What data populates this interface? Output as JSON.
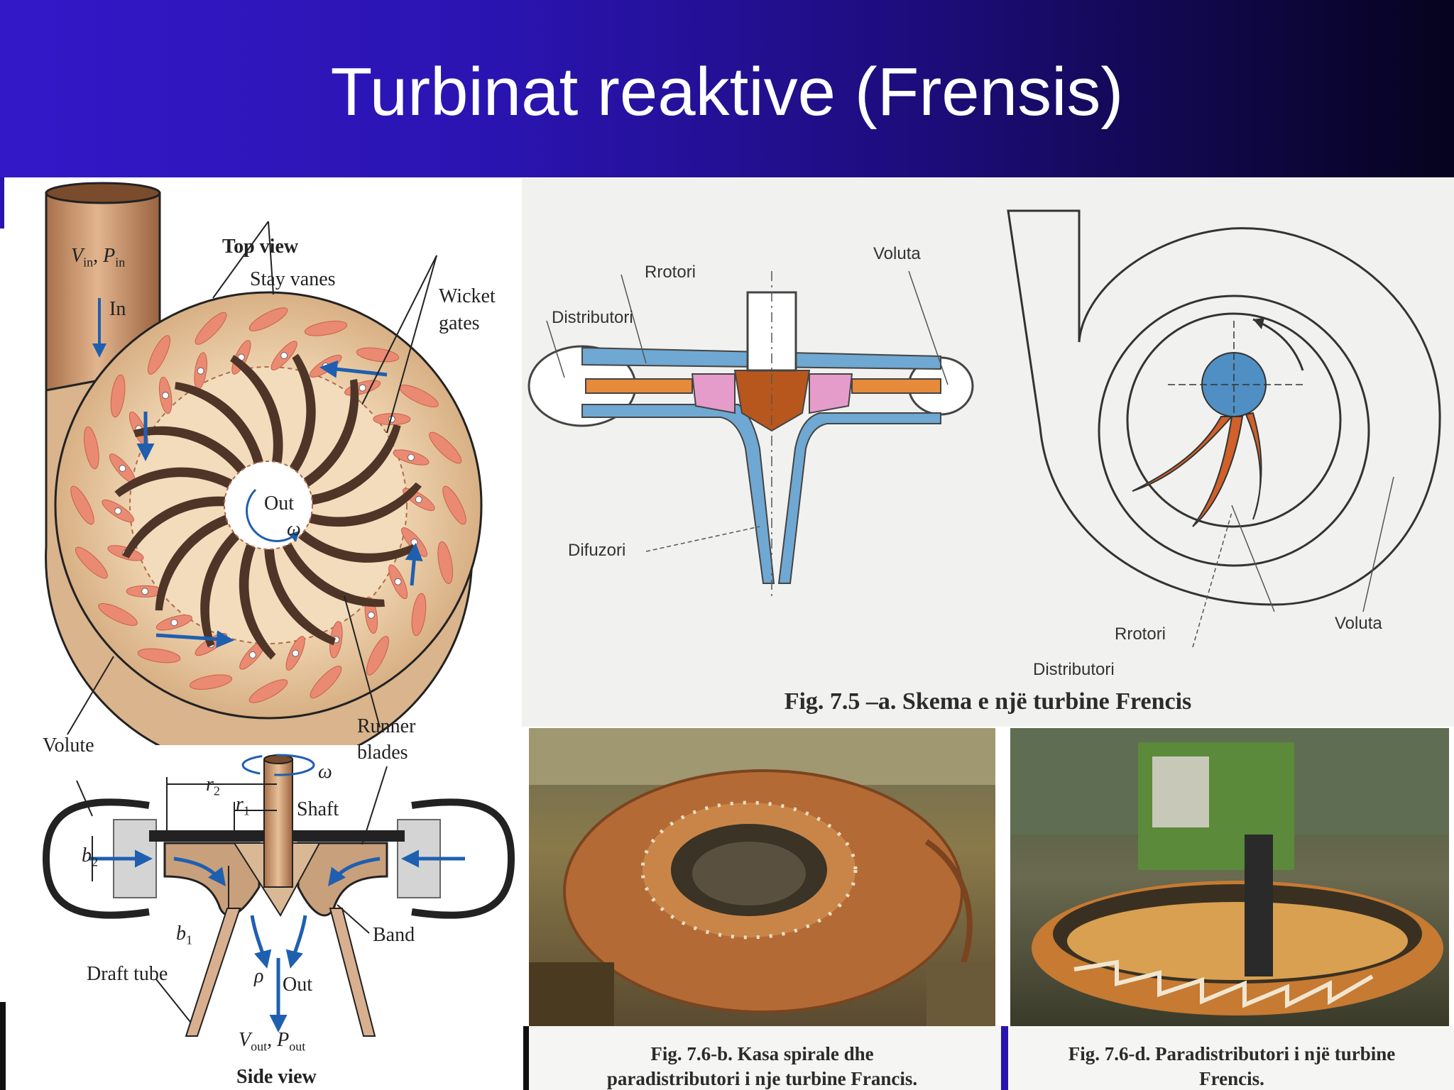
{
  "title": "Turbinat reaktive (Frensis)",
  "left_diagram": {
    "top_view_label": "Top view",
    "stay_vanes": "Stay vanes",
    "wicket": "Wicket",
    "gates": "gates",
    "vin": "V",
    "vin_sub": "in",
    "pin": ", P",
    "pin_sub": "in",
    "in_label": "In",
    "out_center": "Out",
    "omega": "ω",
    "volute": "Volute",
    "runner": "Runner",
    "blades": "blades",
    "r2": "r",
    "r2_sub": "2",
    "r1": "r",
    "r1_sub": "1",
    "shaft": "Shaft",
    "b2": "b",
    "b2_sub": "2",
    "b1": "b",
    "b1_sub": "1",
    "band": "Band",
    "draft_tube": "Draft tube",
    "rho": "ρ",
    "out_bottom": "Out",
    "vout": "V",
    "vout_sub": "out",
    "pout": ", P",
    "pout_sub": "out",
    "side_view_label": "Side view"
  },
  "schematic": {
    "rrotori_top": "Rrotori",
    "voluta_top": "Voluta",
    "distributori_left": "Distributori",
    "difuzori": "Difuzori",
    "rrotori_bottom": "Rrotori",
    "voluta_bottom": "Voluta",
    "distributori_bottom": "Distributori",
    "caption": "Fig. 7.5 –a. Skema e një turbine Frencis"
  },
  "photo_b": {
    "caption_line1": "Fig. 7.6-b. Kasa spirale dhe",
    "caption_line2": "paradistributori i nje  turbine Francis."
  },
  "photo_d": {
    "caption_line1": "Fig. 7.6-d. Paradistributori i një turbine",
    "caption_line2": "Frencis."
  },
  "colors": {
    "title_bar_start": "#3318c8",
    "title_bar_end": "#06031e",
    "casing": "#d9b48c",
    "vane": "#ea8a72",
    "blade": "#4e3528",
    "arrow": "#1f5fb0"
  }
}
